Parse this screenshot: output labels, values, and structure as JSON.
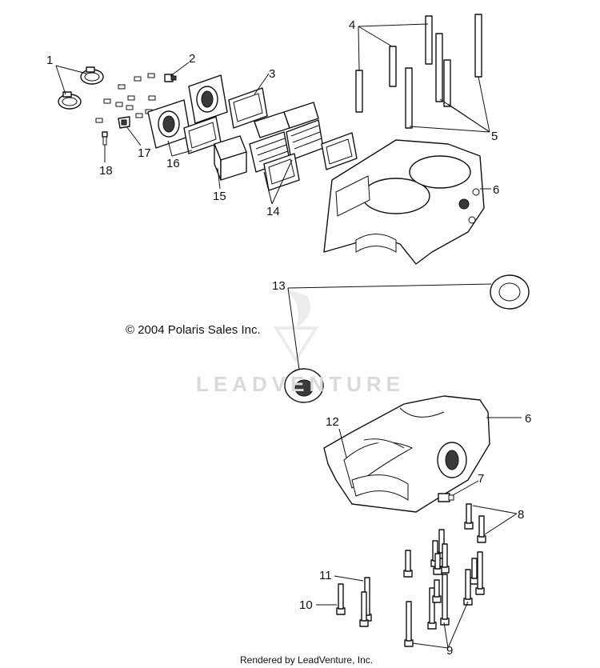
{
  "diagram": {
    "copyright": "© 2004 Polaris Sales Inc.",
    "watermark": "LEADVENTURE",
    "rendered_by": "Rendered by LeadVenture, Inc.",
    "callouts": [
      "1",
      "2",
      "3",
      "4",
      "5",
      "6",
      "6",
      "7",
      "8",
      "9",
      "10",
      "11",
      "12",
      "13",
      "14",
      "15",
      "16",
      "17",
      "18"
    ]
  }
}
